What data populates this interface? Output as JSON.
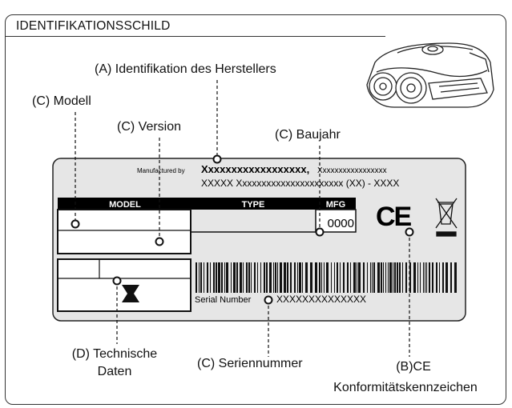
{
  "header": {
    "title": "IDENTIFIKATIONSSCHILD"
  },
  "callouts": {
    "manufacturer": "(A) Identifikation des Herstellers",
    "model": "(C) Modell",
    "version": "(C) Version",
    "year": "(C) Baujahr",
    "tech_data_line1": "(D) Technische",
    "tech_data_line2": "Daten",
    "serial": "(C) Seriennummer",
    "ce_line1": "(B)CE",
    "ce_line2": "Konformitätskennzeichen"
  },
  "label": {
    "manufactured_by": "Manufactured by",
    "manufacturer_name": "Xxxxxxxxxxxxxxxxxx,",
    "address_line1_rest": "Xxxxxxxxxxxxxxxxx",
    "address_line2": "XXXXX Xxxxxxxxxxxxxxxxxxxxxx (XX) - XXXX",
    "col_model": "MODEL",
    "col_type": "TYPE",
    "col_mfg": "MFG",
    "mfg_value": "0000",
    "serial_label": "Serial Number",
    "serial_value": "XXXXXXXXXXXXXX",
    "ce_mark": "CE"
  }
}
